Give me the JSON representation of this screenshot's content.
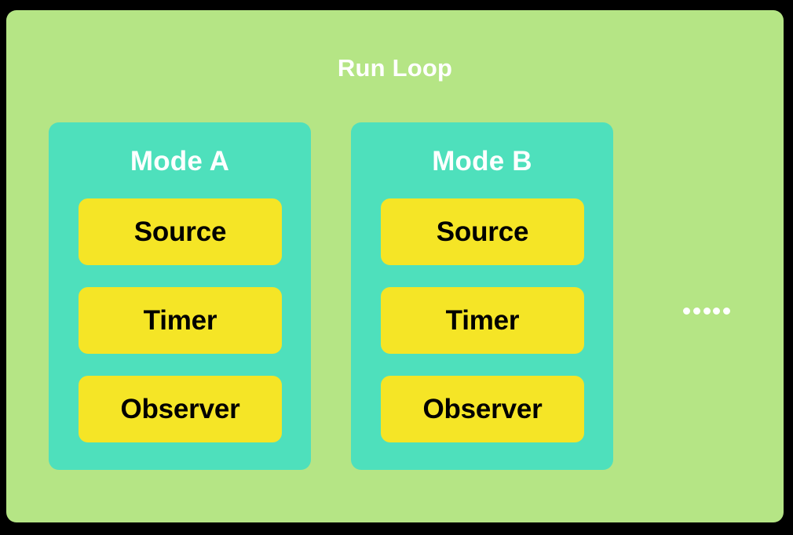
{
  "diagram": {
    "title": "Run Loop",
    "colors": {
      "page_background": "#000000",
      "runloop_background": "#b5e585",
      "mode_background": "#4ee0bc",
      "item_background": "#f5e526",
      "title_text": "#ffffff",
      "mode_title_text": "#ffffff",
      "item_text": "#000000",
      "ellipsis_dot": "#ffffff"
    },
    "modes": [
      {
        "title": "Mode A",
        "items": [
          {
            "label": "Source"
          },
          {
            "label": "Timer"
          },
          {
            "label": "Observer"
          }
        ]
      },
      {
        "title": "Mode B",
        "items": [
          {
            "label": "Source"
          },
          {
            "label": "Timer"
          },
          {
            "label": "Observer"
          }
        ]
      }
    ],
    "ellipsis": {
      "name": "more-modes-ellipsis",
      "dot_count": 5
    }
  }
}
